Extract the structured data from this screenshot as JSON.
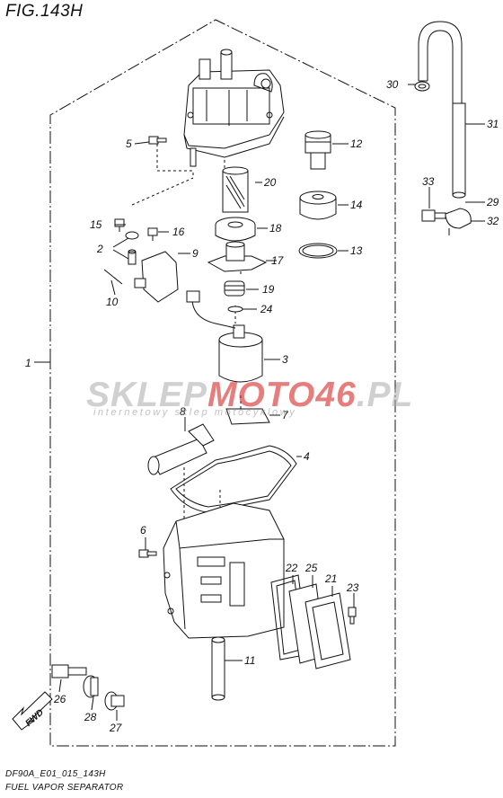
{
  "figure": {
    "title": "FIG.143H",
    "code": "DF90A_E01_015_143H",
    "name": "FUEL VAPOR SEPARATOR"
  },
  "watermark": {
    "brand_a": "SKLEP",
    "brand_b": "MOTO",
    "brand_c": "46",
    "brand_d": ".PL",
    "tagline": "internetowy sklep motocyklowy"
  },
  "direction_label": "FWD",
  "callouts": [
    "1",
    "2",
    "3",
    "4",
    "5",
    "6",
    "7",
    "8",
    "9",
    "10",
    "11",
    "12",
    "13",
    "14",
    "15",
    "16",
    "17",
    "18",
    "19",
    "20",
    "21",
    "22",
    "23",
    "24",
    "25",
    "26",
    "27",
    "28",
    "29",
    "30",
    "31",
    "32",
    "33"
  ],
  "colors": {
    "line": "#111111",
    "brand_red": "#d62828",
    "brand_gray": "#aaaaaa"
  }
}
